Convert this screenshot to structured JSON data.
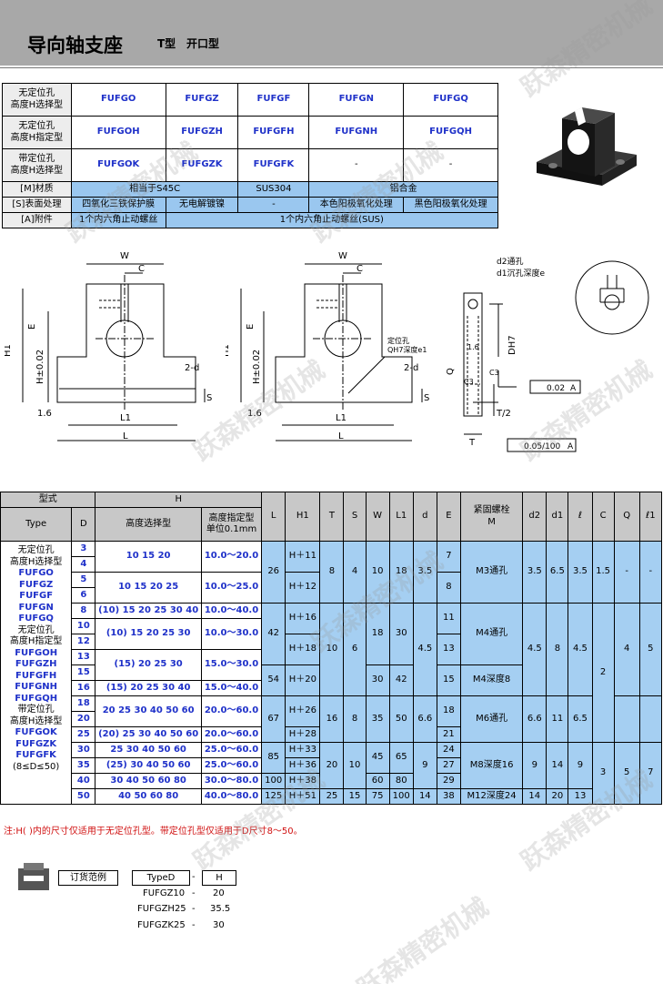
{
  "header": {
    "title": "导向轴支座",
    "type_t": "T型",
    "type_open": "开口型"
  },
  "spec": {
    "rows": [
      {
        "label": "无定位孔\n高度H选择型",
        "codes": [
          "FUFGO",
          "FUFGZ",
          "FUFGF",
          "FUFGN",
          "FUFGQ"
        ]
      },
      {
        "label": "无定位孔\n高度H指定型",
        "codes": [
          "FUFGOH",
          "FUFGZH",
          "FUFGFH",
          "FUFGNH",
          "FUFGQH"
        ]
      },
      {
        "label": "带定位孔\n高度H选择型",
        "codes": [
          "FUFGOK",
          "FUFGZK",
          "FUFGFK",
          "-",
          "-"
        ]
      }
    ],
    "material_label": "[M]材质",
    "material": [
      "相当于S45C",
      "SUS304",
      "铝合金"
    ],
    "surface_label": "[S]表面处理",
    "surface": [
      "四氧化三铁保护膜",
      "无电解镀镍",
      "-",
      "本色阳极氧化处理",
      "黑色阳极氧化处理"
    ],
    "accessory_label": "[A]附件",
    "accessory": [
      "1个内六角止动螺丝",
      "1个内六角止动螺丝(SUS)"
    ]
  },
  "drawings": {
    "w": "W",
    "c": "C",
    "e": "E",
    "h1": "H1",
    "h002": "H±0.02",
    "twod": "2-d",
    "s": "S",
    "l1": "L1",
    "l": "L",
    "ang": "1.6",
    "locate_hole": "定位孔",
    "locate_depth": "QH7深度e1",
    "d2": "d2通孔",
    "d1": "d1沉孔深度e",
    "dh7": "DH7",
    "t2": "T/2",
    "t": "T",
    "q": "Q",
    "c3": "C3",
    "c3b": "C3",
    "tol1": "0.02",
    "tol1ref": "A",
    "tol2": "0.05/100",
    "tol2ref": "A"
  },
  "dims": {
    "head_type": "型式",
    "head_h": "H",
    "col_type": "Type",
    "col_d": "D",
    "col_hsel": "高度选择型",
    "col_hspec": "高度指定型\n单位0.1mm",
    "cols": [
      "L",
      "H1",
      "T",
      "S",
      "W",
      "L1",
      "d",
      "E",
      "紧固螺栓\nM",
      "d2",
      "d1",
      "ℓ",
      "C",
      "Q",
      "ℓ1"
    ],
    "type_text": [
      "无定位孔",
      "高度H选择型",
      "FUFGO",
      "FUFGZ",
      "FUFGF",
      "FUFGN",
      "FUFGQ",
      "无定位孔",
      "高度H指定型",
      "FUFGOH",
      "FUFGZH",
      "FUFGFH",
      "FUFGNH",
      "FUFGQH",
      "带定位孔",
      "高度H选择型",
      "FUFGOK",
      "FUFGZK",
      "FUFGFK",
      "(8≤D≤50)"
    ],
    "d": [
      "3",
      "4",
      "5",
      "6",
      "8",
      "10",
      "12",
      "13",
      "15",
      "16",
      "18",
      "20",
      "25",
      "30",
      "35",
      "40",
      "50"
    ],
    "hsel": [
      "10 15 20",
      "10 15 20 25",
      "(10) 15 20 25 30 40",
      "(10) 15 20 25 30",
      "(15) 20 25 30",
      "(15) 20 25 30 40",
      "20 25 30 40 50 60",
      "(20) 25 30 40 50 60",
      "25 30 40 50 60",
      "(25) 30 40 50 60",
      "30 40 50 60 80",
      "40 50 60 80"
    ],
    "hspec": [
      "10.0～20.0",
      "10.0～25.0",
      "10.0～40.0",
      "10.0～30.0",
      "15.0～30.0",
      "15.0～40.0",
      "20.0～60.0",
      "20.0～60.0",
      "25.0～60.0",
      "25.0～60.0",
      "30.0～80.0",
      "40.0～80.0"
    ],
    "L": [
      "26",
      "42",
      "54",
      "67",
      "85",
      "100",
      "125"
    ],
    "H1": [
      "H＋11",
      "H＋12",
      "H＋16",
      "H＋18",
      "H＋20",
      "H＋26",
      "H＋28",
      "H＋33",
      "H＋36",
      "H＋38",
      "H＋51"
    ],
    "T": [
      "8",
      "10",
      "16",
      "20",
      "25"
    ],
    "S": [
      "4",
      "6",
      "8",
      "10",
      "15"
    ],
    "W": [
      "10",
      "18",
      "30",
      "35",
      "45",
      "60",
      "75"
    ],
    "L1": [
      "18",
      "30",
      "42",
      "50",
      "65",
      "80",
      "100"
    ],
    "dd": [
      "3.5",
      "4.5",
      "6.6",
      "9",
      "14"
    ],
    "E": [
      "7",
      "8",
      "11",
      "13",
      "15",
      "18",
      "21",
      "24",
      "27",
      "29",
      "38"
    ],
    "M": [
      "M3通孔",
      "M4通孔",
      "M4深度8",
      "M6通孔",
      "M8深度16",
      "M12深度24"
    ],
    "d2": [
      "3.5",
      "4.5",
      "6.6",
      "9",
      "14"
    ],
    "d1": [
      "6.5",
      "8",
      "11",
      "14",
      "20"
    ],
    "ell": [
      "3.5",
      "4.5",
      "6.5",
      "9",
      "13"
    ],
    "C": [
      "1.5",
      "2",
      "3"
    ],
    "Q": [
      "-",
      "4",
      "5"
    ],
    "ell1": [
      "-",
      "5",
      "7"
    ]
  },
  "note": "注:H( )内的尺寸仅适用于无定位孔型。带定位孔型仅适用于D尺寸8～50。",
  "order": {
    "label": "订货范例",
    "type_label": "TypeD",
    "dash": "-",
    "h_label": "H",
    "examples": [
      {
        "type": "FUFGZ10",
        "dash": "-",
        "h": "20"
      },
      {
        "type": "FUFGZH25",
        "dash": "-",
        "h": "35.5"
      },
      {
        "type": "FUFGZK25",
        "dash": "-",
        "h": "30"
      }
    ]
  },
  "watermark": "跃森精密机械"
}
